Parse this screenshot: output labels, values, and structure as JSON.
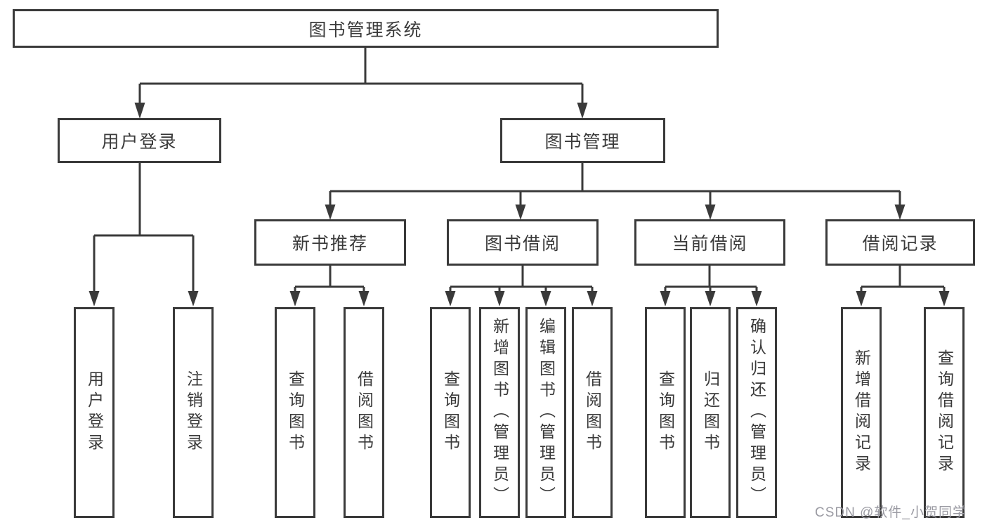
{
  "diagram": {
    "type": "tree-functional-structure",
    "root": {
      "label": "图书管理系统",
      "children": [
        {
          "label": "用户登录",
          "children": [
            {
              "label": "用户登录"
            },
            {
              "label": "注销登录"
            }
          ]
        },
        {
          "label": "图书管理",
          "children": [
            {
              "label": "新书推荐",
              "children": [
                {
                  "label": "查询图书"
                },
                {
                  "label": "借阅图书"
                }
              ]
            },
            {
              "label": "图书借阅",
              "children": [
                {
                  "label": "查询图书"
                },
                {
                  "label": "新增图书（管理员）"
                },
                {
                  "label": "编辑图书（管理员）"
                },
                {
                  "label": "借阅图书"
                }
              ]
            },
            {
              "label": "当前借阅",
              "children": [
                {
                  "label": "查询图书"
                },
                {
                  "label": "归还图书"
                },
                {
                  "label": "确认归还（管理员）"
                }
              ]
            },
            {
              "label": "借阅记录",
              "children": [
                {
                  "label": "新增借阅记录"
                },
                {
                  "label": "查询借阅记录"
                }
              ]
            }
          ]
        }
      ]
    },
    "watermark": "CSDN @软件_小贺同学",
    "colors": {
      "line": "#3a3a3a",
      "text": "#3a3a3a",
      "box_fill": "#ffffff",
      "background": "#ffffff",
      "watermark": "#9b9ba3"
    }
  }
}
